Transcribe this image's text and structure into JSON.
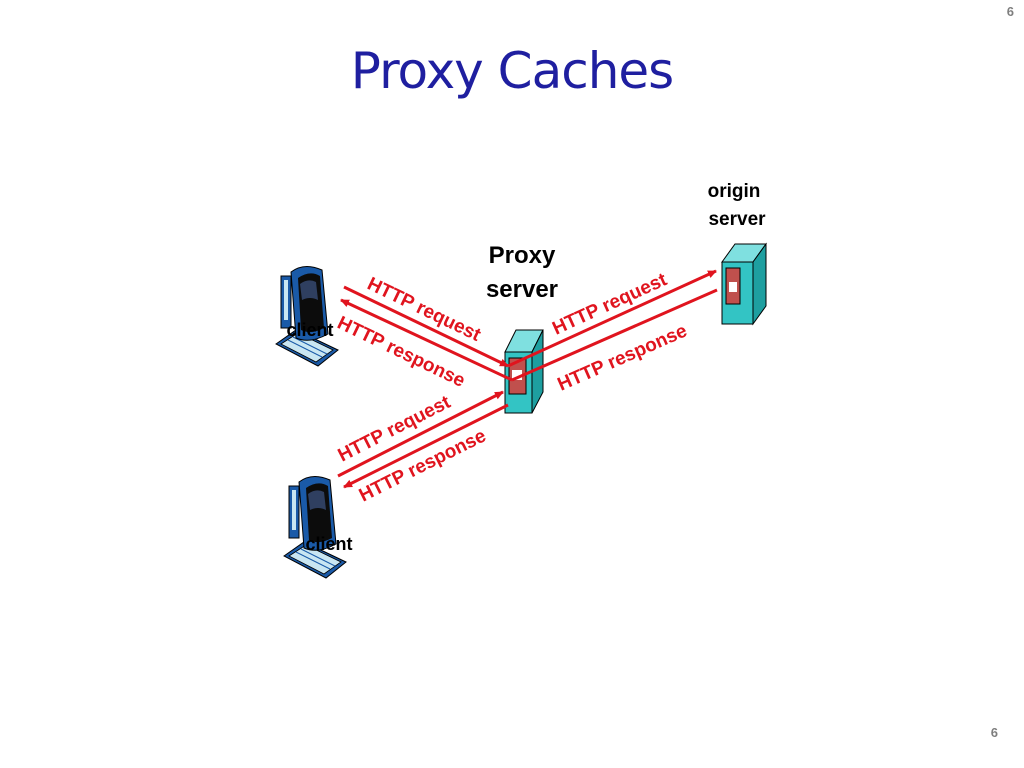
{
  "slide": {
    "page_number_top": "6",
    "page_number_bottom": "6",
    "title": "Proxy Caches"
  },
  "nodes": {
    "origin_server": {
      "line1": "origin",
      "line2": "server"
    },
    "proxy_server": {
      "line1": "Proxy",
      "line2": "server"
    },
    "client_top": {
      "label": "client"
    },
    "client_bottom": {
      "label": "client"
    }
  },
  "arrows": {
    "top_client_request": "HTTP request",
    "top_client_response": "HTTP response",
    "origin_request": "HTTP request",
    "origin_response": "HTTP response",
    "bottom_client_request": "HTTP request",
    "bottom_client_response": "HTTP response"
  },
  "colors": {
    "title": "#1f1fa0",
    "arrow": "#e0141e",
    "server_body": "#33c4c4",
    "server_slot": "#c0504d",
    "monitor": "#1a5aa8"
  }
}
